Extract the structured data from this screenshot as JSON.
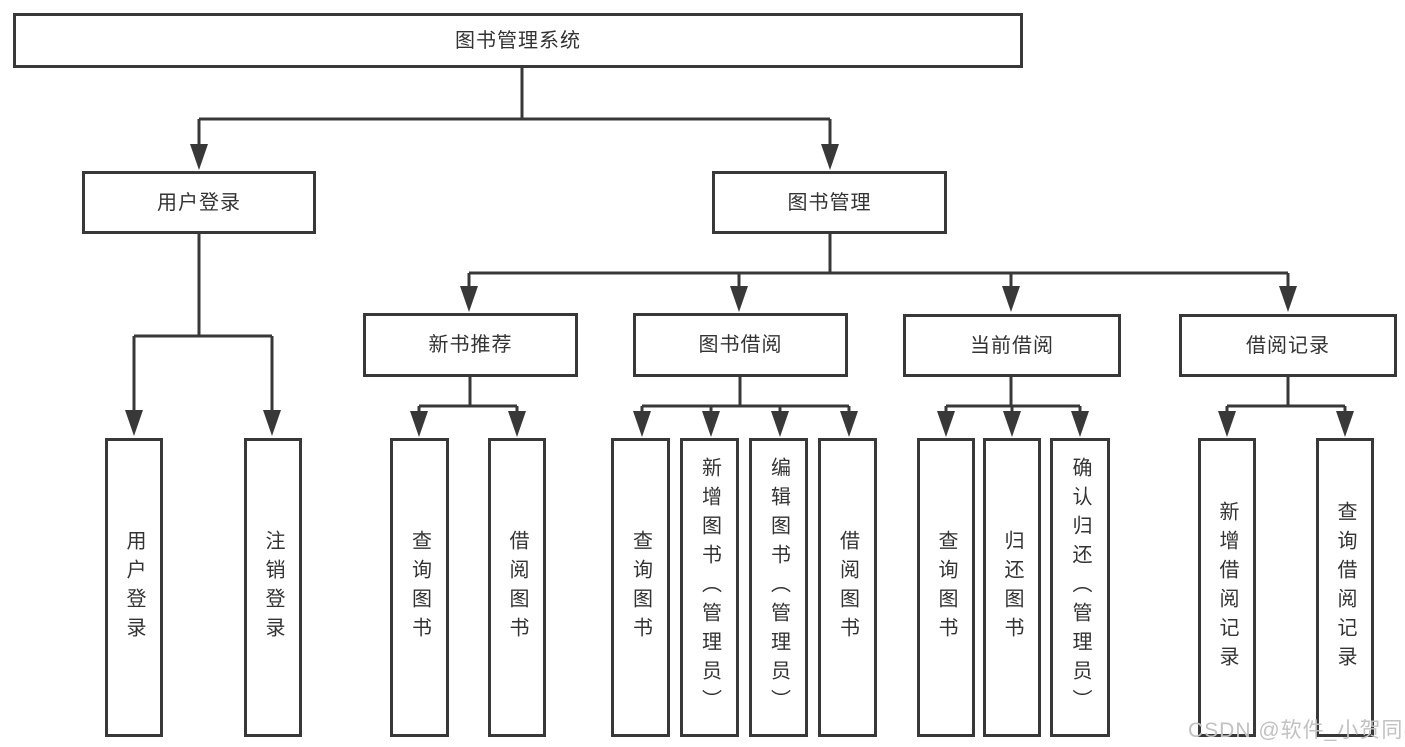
{
  "diagram_title": "图书管理系统",
  "tree": {
    "root": {
      "label": "图书管理系统"
    },
    "branches": [
      {
        "label": "用户登录",
        "children": [
          {
            "label": "用户登录"
          },
          {
            "label": "注销登录"
          }
        ]
      },
      {
        "label": "图书管理",
        "children": [
          {
            "label": "新书推荐",
            "children": [
              {
                "label": "查询图书"
              },
              {
                "label": "借阅图书"
              }
            ]
          },
          {
            "label": "图书借阅",
            "children": [
              {
                "label": "查询图书"
              },
              {
                "label": "新增图书（管理员）"
              },
              {
                "label": "编辑图书（管理员）"
              },
              {
                "label": "借阅图书"
              }
            ]
          },
          {
            "label": "当前借阅",
            "children": [
              {
                "label": "查询图书"
              },
              {
                "label": "归还图书"
              },
              {
                "label": "确认归还（管理员）"
              }
            ]
          },
          {
            "label": "借阅记录",
            "children": [
              {
                "label": "新增借阅记录"
              },
              {
                "label": "查询借阅记录"
              }
            ]
          }
        ]
      }
    ]
  },
  "watermark": {
    "text": "CSDN @软件_小贺同学"
  },
  "colors": {
    "line": "#383838",
    "box_border": "#383838",
    "box_fill": "#ffffff",
    "text": "#333333",
    "watermark": "#c1c1c1",
    "background": "#ffffff"
  }
}
